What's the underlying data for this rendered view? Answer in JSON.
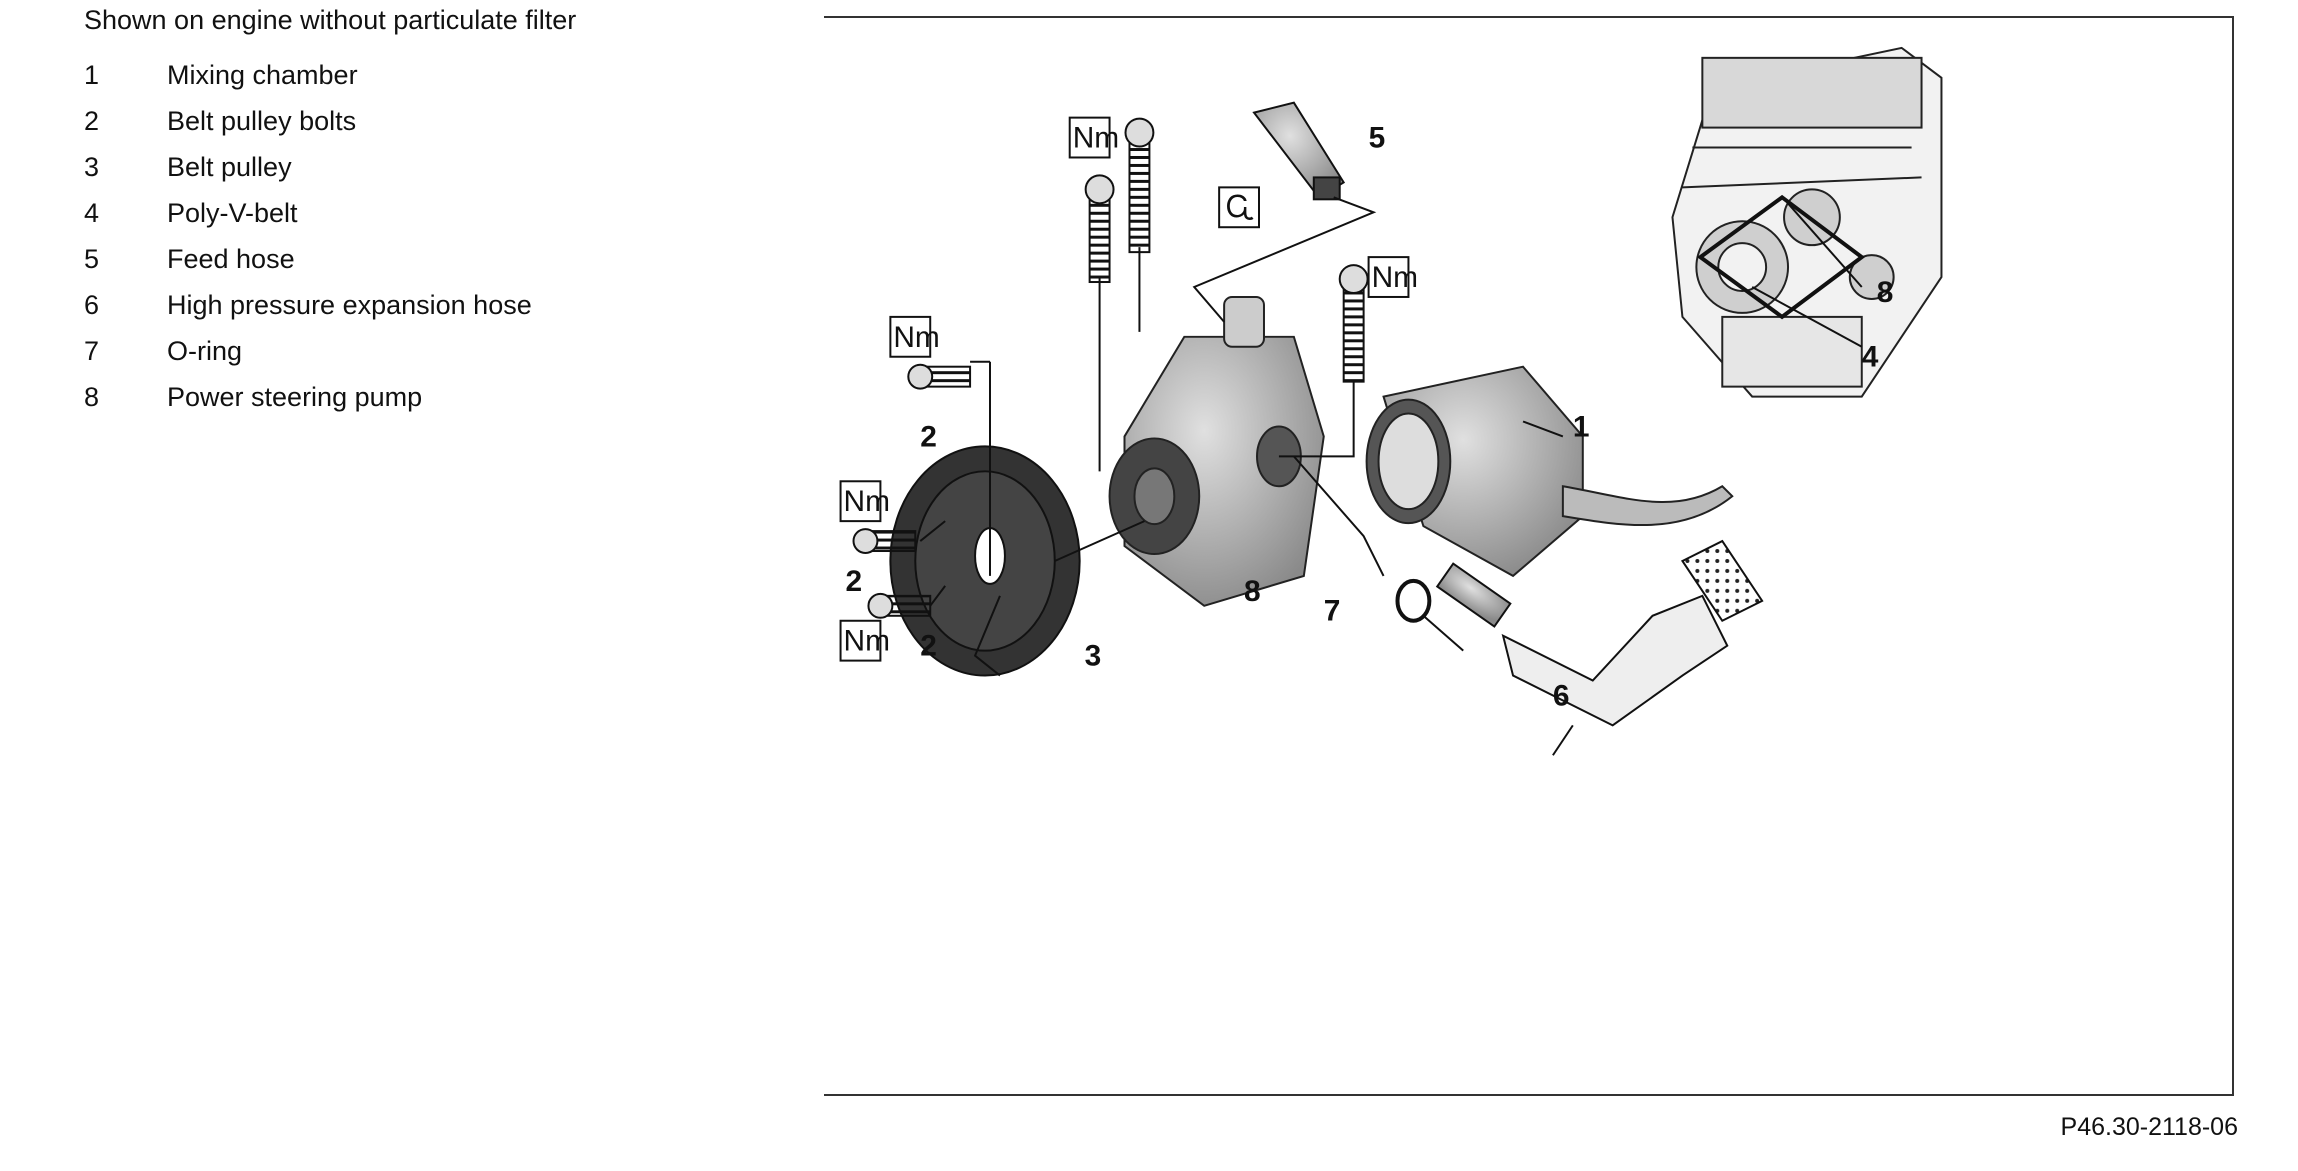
{
  "caption": "Shown on engine without particulate filter",
  "legend": [
    {
      "number": "1",
      "label": "Mixing chamber"
    },
    {
      "number": "2",
      "label": "Belt pulley bolts"
    },
    {
      "number": "3",
      "label": "Belt pulley"
    },
    {
      "number": "4",
      "label": "Poly-V-belt"
    },
    {
      "number": "5",
      "label": "Feed hose"
    },
    {
      "number": "6",
      "label": "High pressure expansion hose"
    },
    {
      "number": "7",
      "label": "O-ring"
    },
    {
      "number": "8",
      "label": "Power steering pump"
    }
  ],
  "figure": {
    "code": "P46.30-2118-06",
    "torque_label": "Nm",
    "callouts": {
      "mixing_chamber": "1",
      "pulley_bolt_top": "2",
      "pulley_bolt_middle": "2",
      "pulley_bolt_bottom": "2",
      "belt_pulley": "3",
      "poly_v_belt": "4",
      "feed_hose": "5",
      "expansion_hose": "6",
      "o_ring": "7",
      "pump_main": "8",
      "pump_engine": "8"
    }
  }
}
